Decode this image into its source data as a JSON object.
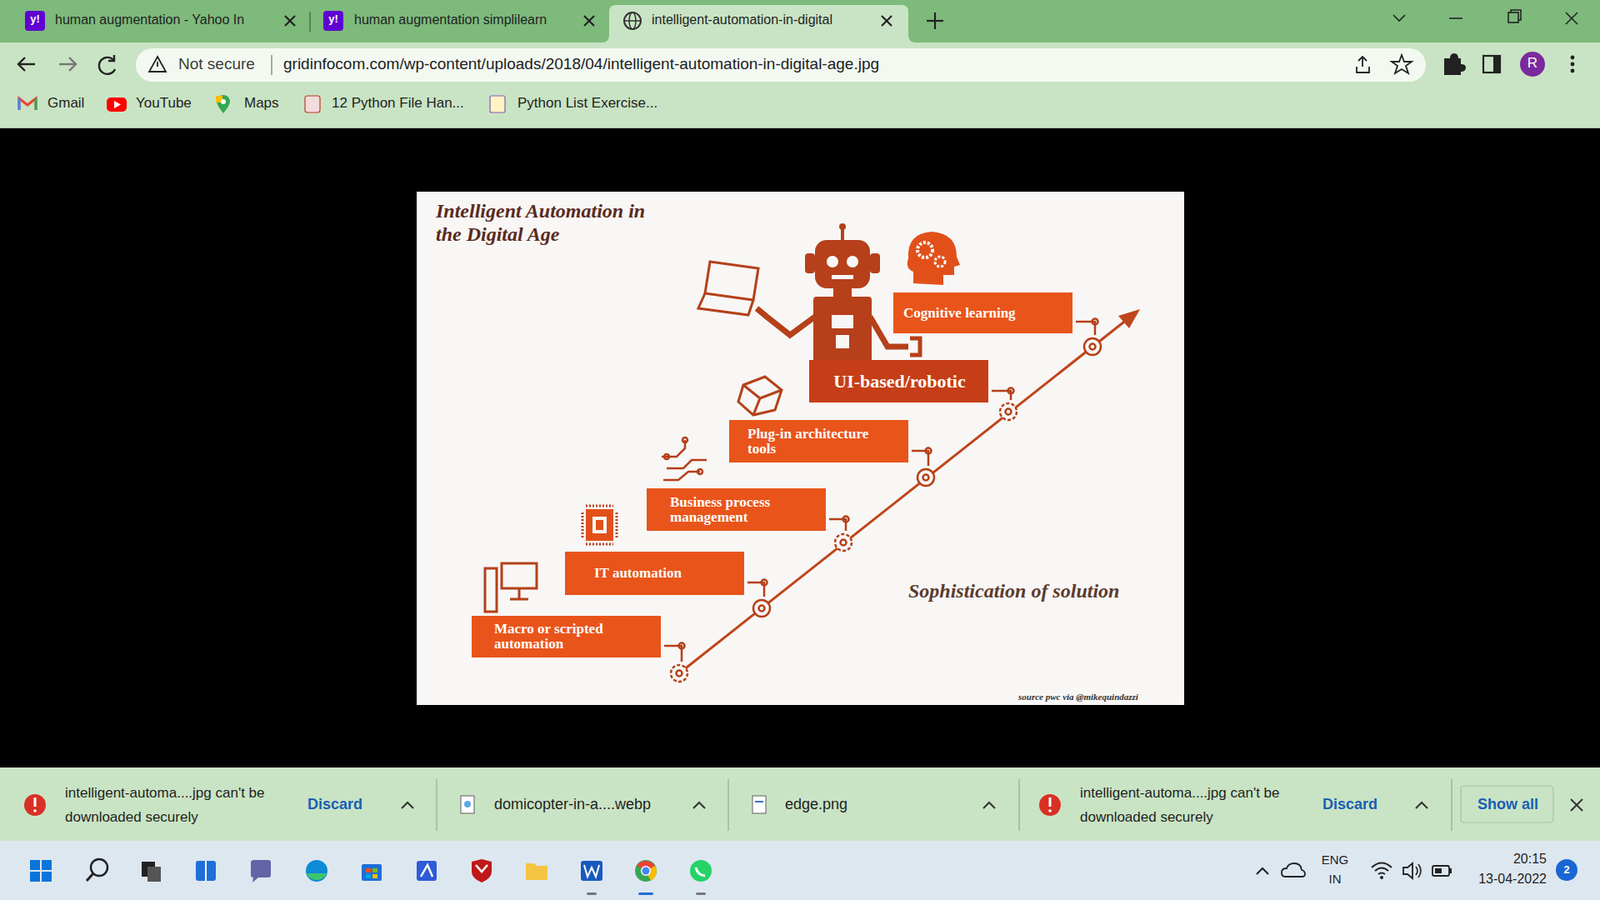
{
  "diagram": {
    "title": "Intelligent Automation in the Digital Age",
    "nodes": [
      {
        "text": [
          "Macro or scripted automation"
        ]
      },
      {
        "text": [
          "IT automation"
        ]
      },
      {
        "text": [
          "Business process management"
        ]
      },
      {
        "text": [
          "Plug-in architecture tools"
        ]
      },
      {
        "text": [
          "UI-based/robotic"
        ]
      },
      {
        "text": [
          "Cognitive learning"
        ]
      }
    ],
    "labels": [
      "y!",
      "human augmentation - Yahoo In",
      "y!",
      "human augmentation simplilearn",
      "intelligent-automation-in-digital",
      "Not secure",
      "gridinfocom.com/wp-content/uploads/2018/04/intelligent-automation-in-digital-age.jpg",
      "R",
      "Gmail",
      "YouTube",
      "Maps",
      "12 Python File Han...",
      "Python List Exercise...",
      "Sophistication of solution",
      "source pwc via @mikequindazzi",
      "intelligent-automa....jpg can't be downloaded securely",
      "Discard",
      "domicopter-in-a....webp",
      "edge.png",
      "intelligent-automa....jpg can't be downloaded securely",
      "Discard",
      "Show all",
      "ENG",
      "IN",
      "20:15",
      "13-04-2022",
      "2"
    ]
  }
}
